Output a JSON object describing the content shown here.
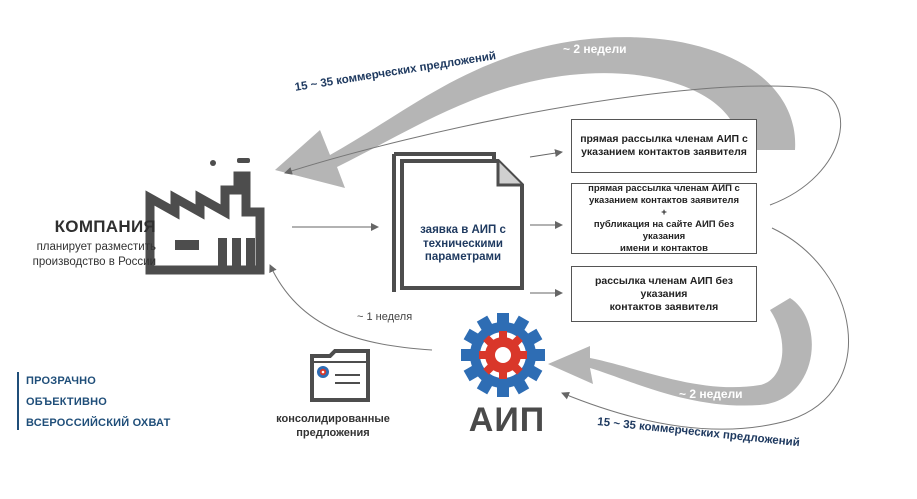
{
  "company": {
    "title": "КОМПАНИЯ",
    "subtitle_line1": "планирует разместить",
    "subtitle_line2": "производство в России"
  },
  "request_document": {
    "line1": "заявка в АИП с",
    "line2": "техническими",
    "line3": "параметрами"
  },
  "distribution_options": [
    {
      "line1": "прямая рассылка членам АИП с",
      "line2": "указанием контактов заявителя"
    },
    {
      "line1": "прямая рассылка членам АИП с",
      "line2": "указанием контактов заявителя",
      "line3": "+",
      "line4": "публикация на сайте АИП без указания",
      "line5": "имени и контактов"
    },
    {
      "line1": "рассылка членам АИП без указания",
      "line2": "контактов заявителя"
    }
  ],
  "annotations": {
    "weeks_top": "~ 2 недели",
    "weeks_bottom": "~ 2 недели",
    "offers_top": "15 ~ 35 коммерческих предложений",
    "offers_bottom": "15 ~ 35 коммерческих предложений",
    "week_return": "~ 1 неделя"
  },
  "association": {
    "name": "АИП"
  },
  "consolidated": {
    "line1": "консолидированные",
    "line2": "предложения"
  },
  "slogans": [
    "ПРОЗРАЧНО",
    "ОБЪЕКТИВНО",
    "ВСЕРОССИЙСКИЙ ОХВАТ"
  ],
  "colors": {
    "icon_gray": "#4d4d4d",
    "arrow_gray": "#b3b3b3",
    "accent_navy": "#1f4e79",
    "gear_blue": "#2e6db4",
    "gear_red": "#d9372a"
  }
}
